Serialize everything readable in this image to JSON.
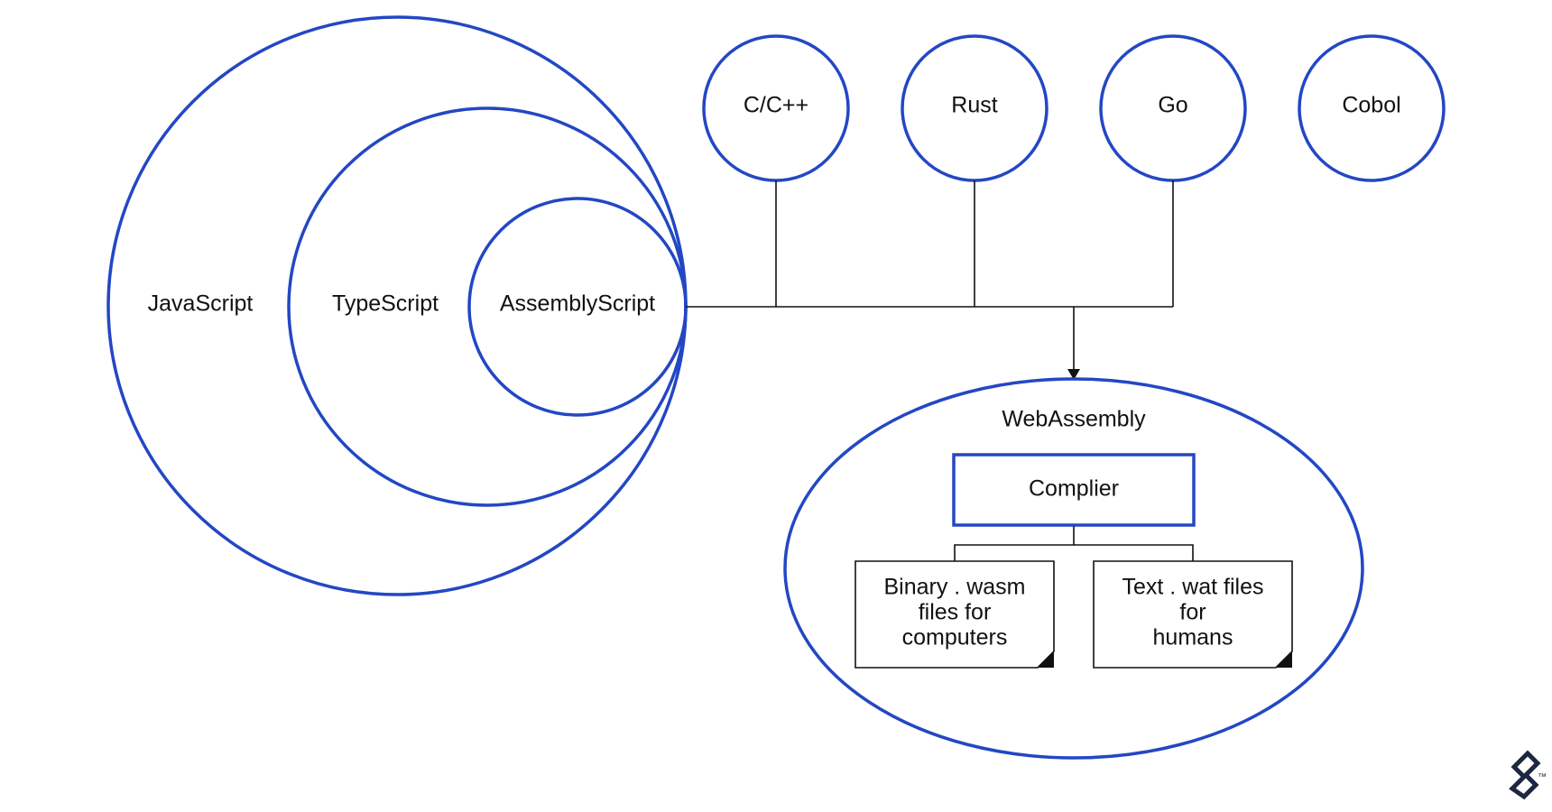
{
  "nested_languages": {
    "outer": "JavaScript",
    "middle": "TypeScript",
    "inner": "AssemblyScript"
  },
  "source_languages": [
    {
      "id": "c-cpp",
      "label": "C/C++",
      "connected": true
    },
    {
      "id": "rust",
      "label": "Rust",
      "connected": true
    },
    {
      "id": "go",
      "label": "Go",
      "connected": true
    },
    {
      "id": "cobol",
      "label": "Cobol",
      "connected": false
    }
  ],
  "webassembly": {
    "title": "WebAssembly",
    "compiler_label": "Complier",
    "outputs": [
      {
        "id": "binary",
        "lines": [
          "Binary . wasm",
          "files for",
          "computers"
        ]
      },
      {
        "id": "text",
        "lines": [
          "Text . wat files",
          "for",
          "humans"
        ]
      }
    ]
  },
  "logo": {
    "icon": "toptal-logo-icon",
    "trademark": "™"
  },
  "colors": {
    "accent_blue": "#2347c4",
    "line_black": "#111111",
    "logo_navy": "#1c2740"
  }
}
